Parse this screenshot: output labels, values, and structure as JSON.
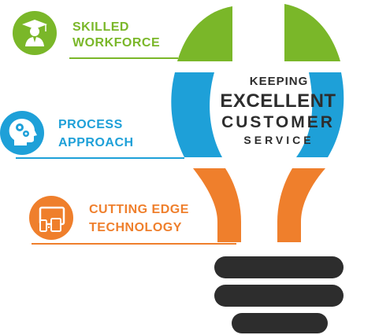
{
  "colors": {
    "green": "#7ab729",
    "blue": "#1ea0d8",
    "orange": "#ef7f2c",
    "dark": "#2d2d2d",
    "white": "#ffffff"
  },
  "bulb": {
    "line1": "KEEPING",
    "line2": "EXCELLENT",
    "line3": "CUSTOMER",
    "line4": "SERVICE"
  },
  "items": [
    {
      "line1": "SKILLED",
      "line2": "WORKFORCE",
      "icon": "graduate-icon",
      "color": "green"
    },
    {
      "line1": "PROCESS",
      "line2": "APPROACH",
      "icon": "head-gears-icon",
      "color": "blue"
    },
    {
      "line1": "CUTTING EDGE",
      "line2": "TECHNOLOGY",
      "icon": "devices-icon",
      "color": "orange"
    }
  ]
}
